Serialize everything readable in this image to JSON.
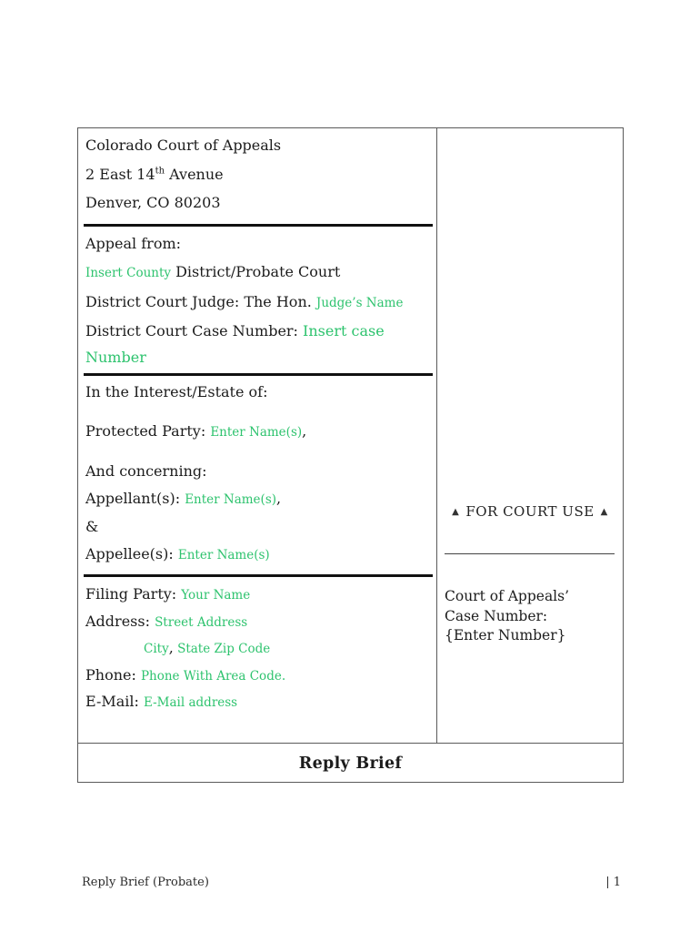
{
  "caption": {
    "court": {
      "name": "Colorado Court of Appeals",
      "address_pre": "2 East 14",
      "address_sup": "th",
      "address_post": " Avenue",
      "city_line": "Denver, CO 80203"
    },
    "appeal": {
      "heading": "Appeal from:",
      "county_placeholder": "Insert County",
      "court_type": " District/Probate Court",
      "judge_label": "District Court Judge: The Hon. ",
      "judge_placeholder": "Judge’s Name",
      "case_label": "District Court Case Number: ",
      "case_placeholder": "Insert case Number"
    },
    "interest": {
      "heading": "In the Interest/Estate of:",
      "protected_label": "Protected Party: ",
      "protected_placeholder": "Enter Name(s)",
      "protected_suffix": ",",
      "concerning": "And concerning:",
      "appellant_label": "Appellant(s): ",
      "appellant_placeholder": "Enter Name(s)",
      "appellant_suffix": ",",
      "ampersand": "&",
      "appellee_label": "Appellee(s): ",
      "appellee_placeholder": "Enter Name(s)"
    },
    "filing": {
      "party_label": "Filing Party: ",
      "party_placeholder": "Your Name",
      "address_label": "Address: ",
      "address_placeholder": "Street Address",
      "city_placeholder": "City",
      "city_comma": ",",
      "state_zip_placeholder": " State Zip Code",
      "phone_label": "Phone: ",
      "phone_placeholder": "Phone With Area Code.",
      "email_label": "E-Mail: ",
      "email_placeholder": "E-Mail address"
    },
    "court_use": {
      "arrow": "▲",
      "label": "FOR COURT USE",
      "case_line1": "Court of Appeals’",
      "case_line2": "Case Number:",
      "case_line3": "{Enter Number}"
    },
    "title": "Reply Brief"
  },
  "footer": {
    "left": "Reply Brief (Probate)",
    "right": "| 1"
  },
  "colors": {
    "placeholder_green": "#2EC36E",
    "border_gray": "#5a5a5a",
    "rule_black": "#111111"
  }
}
